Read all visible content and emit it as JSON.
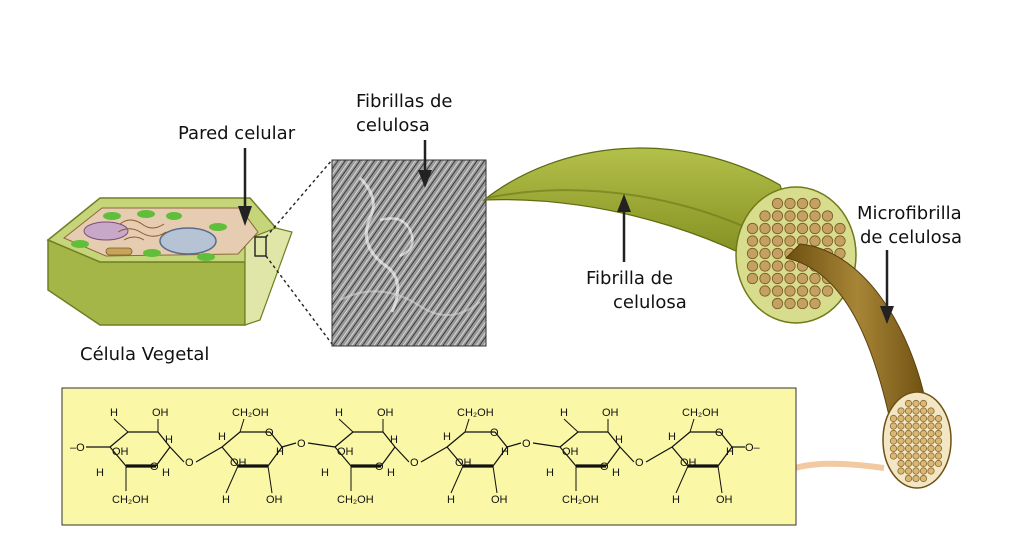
{
  "labels": {
    "pared_celular": "Pared celular",
    "fibrillas_line1": "Fibrillas de",
    "fibrillas_line2": "celulosa",
    "fibrilla_line1": "Fibrilla de",
    "fibrilla_line2": "celulosa",
    "microfibrilla_line1": "Microfibrilla",
    "microfibrilla_line2": "de celulosa",
    "celula": "Célula Vegetal"
  },
  "chem": {
    "oh": "OH",
    "h": "H",
    "o": "O",
    "ch2oh": "CH₂OH",
    "end_left": "–O",
    "end_right": "O–"
  },
  "colors": {
    "cell_green": "#b9c95a",
    "fibril_green": "#8f9b2a",
    "microfibril_brown": "#8a6a1e",
    "panel_yellow": "#faf7a6"
  }
}
